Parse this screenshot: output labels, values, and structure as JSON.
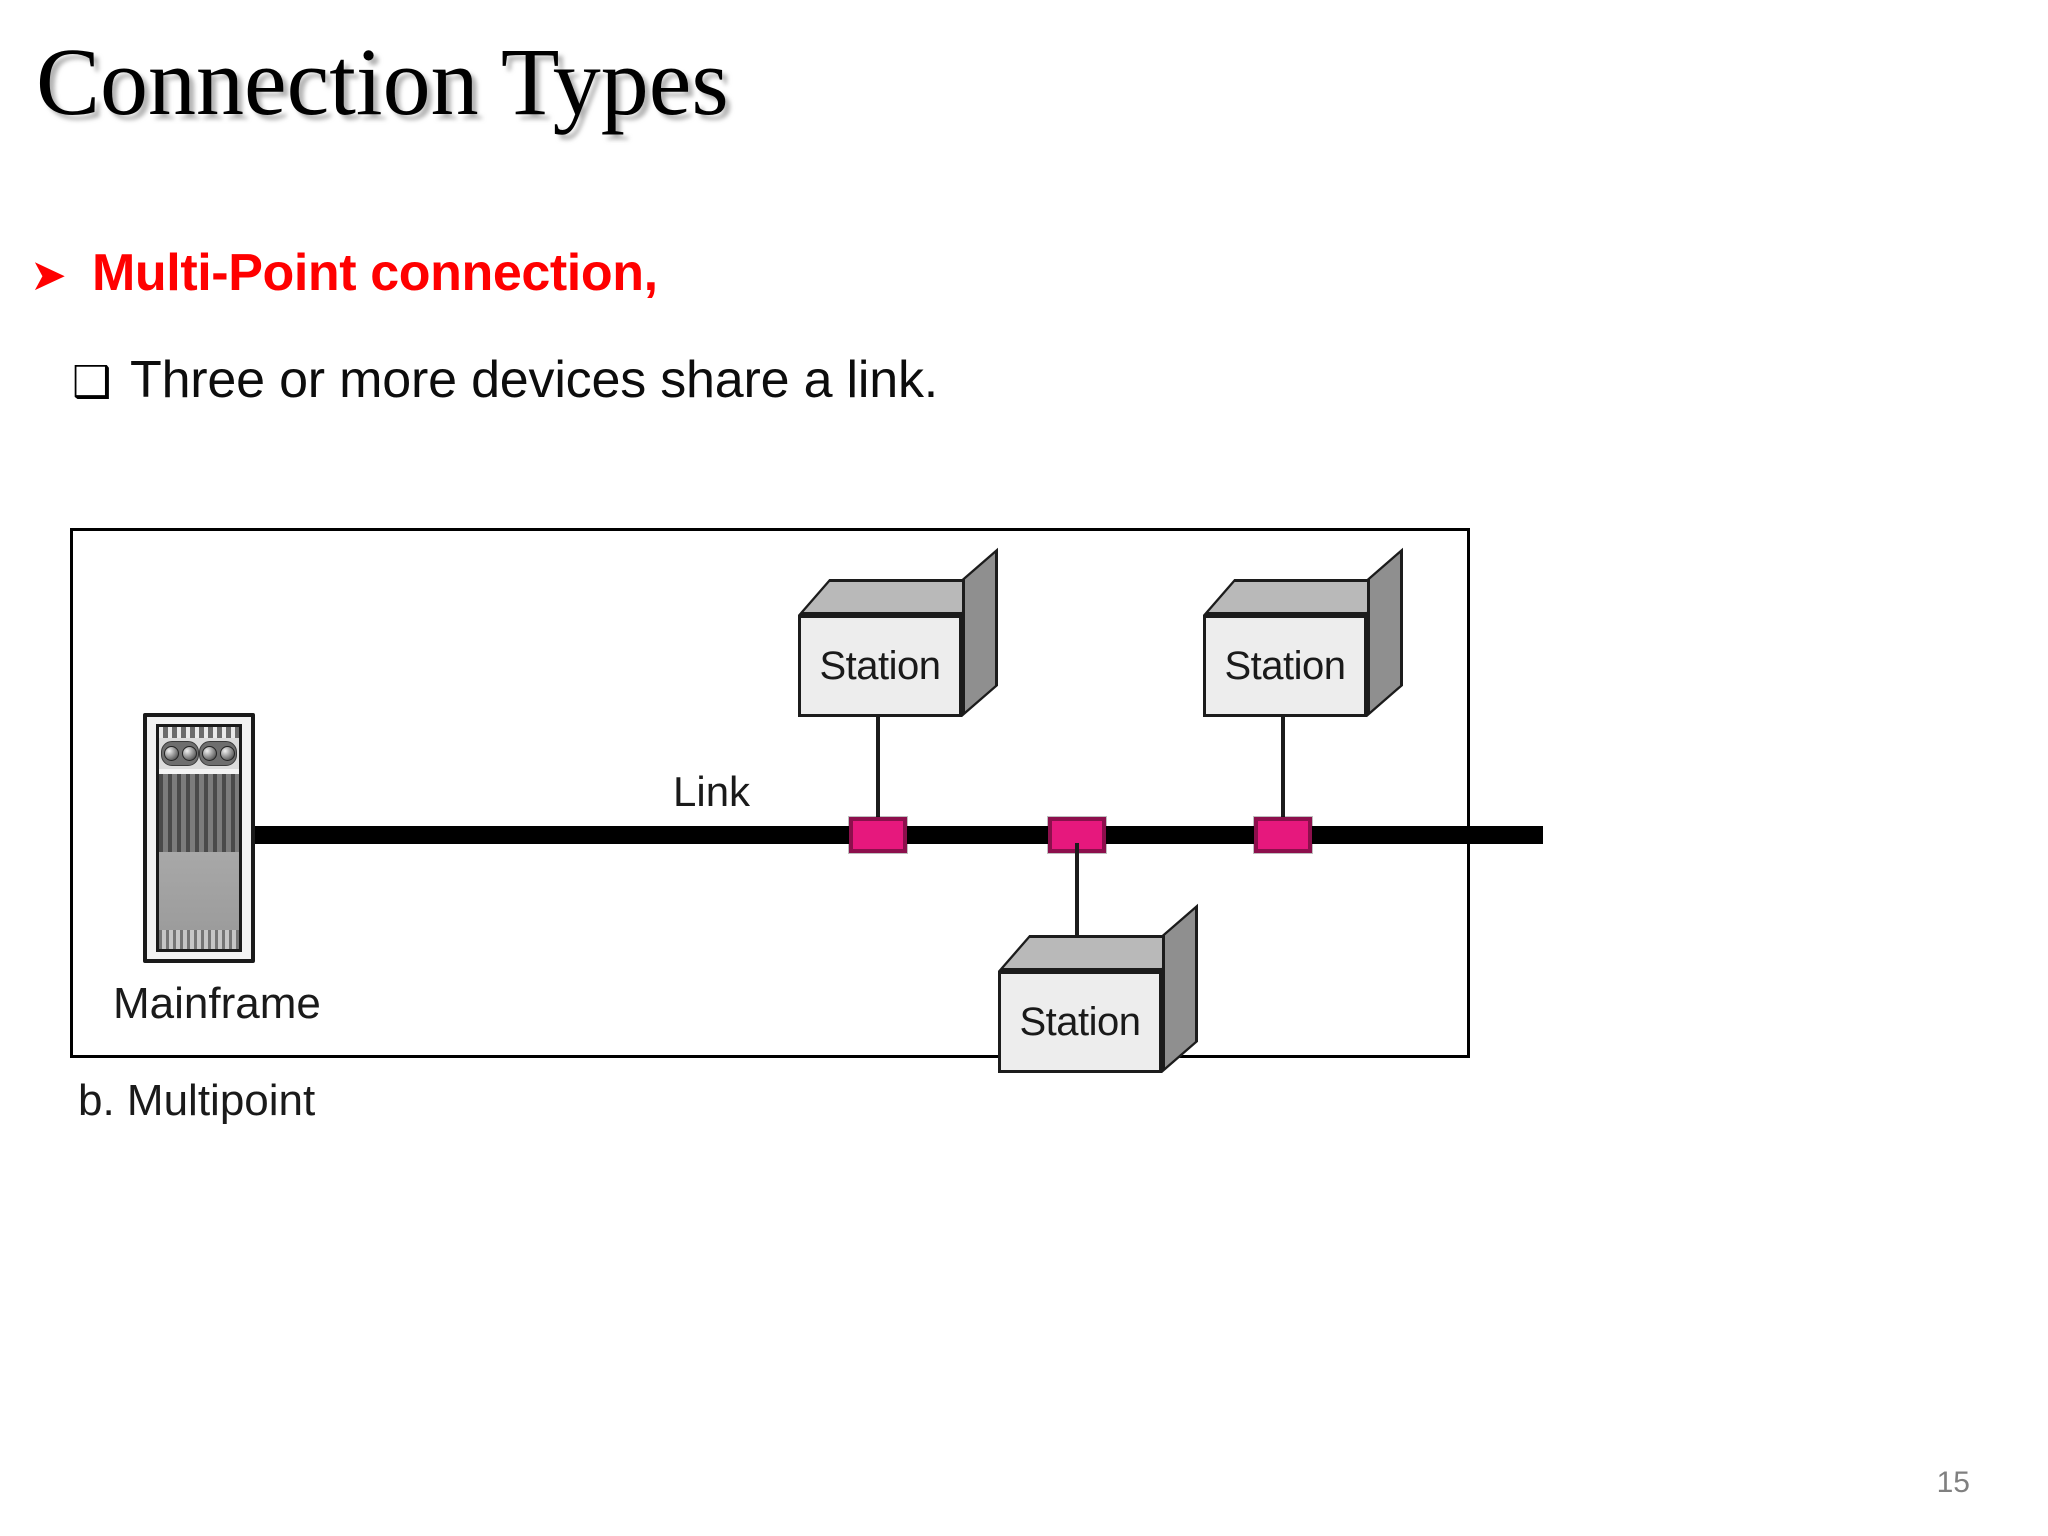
{
  "slide": {
    "title": "Connection Types",
    "page_number": "15",
    "background_color": "#ffffff"
  },
  "bullets": [
    {
      "marker": "➤",
      "marker_name": "arrow-bullet-icon",
      "text": "Multi-Point connection,",
      "color": "#ff0000",
      "level": 1
    },
    {
      "marker": "❑",
      "marker_name": "square-bullet-icon",
      "text": "Three or more devices share a link.",
      "color": "#0d0d0d",
      "level": 2
    }
  ],
  "figure": {
    "caption": "b. Multipoint",
    "link_label": "Link",
    "mainframe_label": "Mainframe",
    "station_label": "Station",
    "tap_color": "#e6187d",
    "link_color": "#000000",
    "stations": [
      {
        "id": "station-top-left",
        "label": "Station",
        "position": "above-link"
      },
      {
        "id": "station-top-right",
        "label": "Station",
        "position": "above-link"
      },
      {
        "id": "station-bottom-middle",
        "label": "Station",
        "position": "below-link"
      }
    ],
    "taps": [
      {
        "id": "tap-1"
      },
      {
        "id": "tap-2"
      },
      {
        "id": "tap-3"
      }
    ]
  }
}
